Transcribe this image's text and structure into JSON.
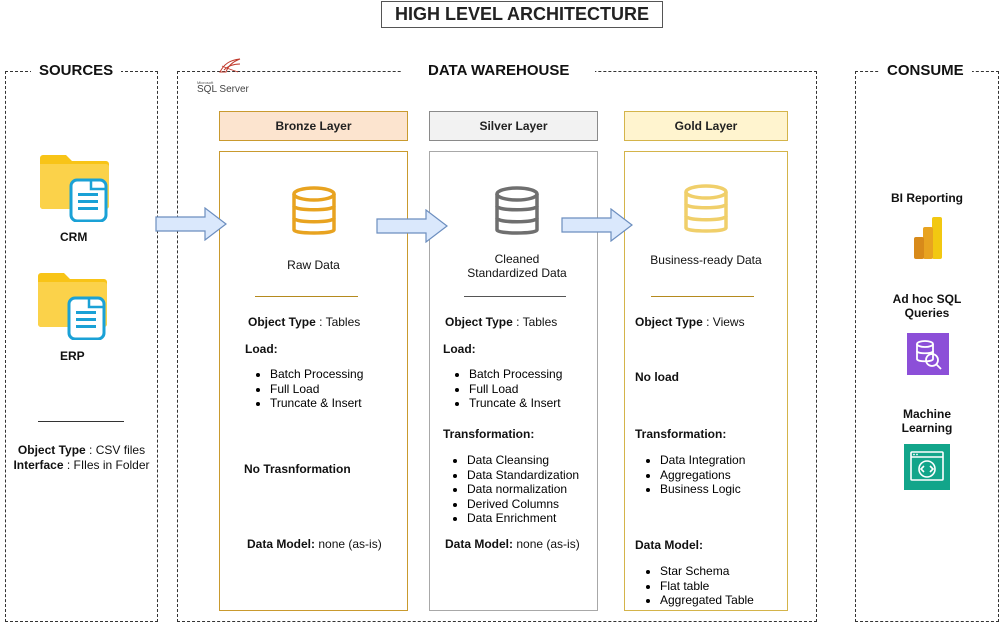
{
  "title": "HIGH LEVEL ARCHITECTURE",
  "sources": {
    "label": "SOURCES",
    "items": [
      {
        "name": "CRM",
        "icon": "folder-file-icon"
      },
      {
        "name": "ERP",
        "icon": "folder-file-icon"
      }
    ],
    "object_type_label": "Object Type",
    "object_type_value": " : CSV files",
    "interface_label": "Interface",
    "interface_value": " : FIles in Folder"
  },
  "warehouse": {
    "label": "DATA WAREHOUSE",
    "logo_small": "Microsoft",
    "logo_text": "SQL Server",
    "layers": [
      {
        "name": "Bronze Layer",
        "caption": "Raw Data",
        "object_type": " : Tables",
        "load_label": "Load:",
        "load_items": [
          "Batch Processing",
          "Full Load",
          "Truncate & Insert"
        ],
        "transformation_text": "No Trasnformation",
        "data_model_value": " none (as-is)"
      },
      {
        "name": "Silver Layer",
        "caption_line1": "Cleaned",
        "caption_line2": "Standardized Data",
        "object_type": " : Tables",
        "load_label": "Load:",
        "load_items": [
          "Batch Processing",
          "Full Load",
          "Truncate & Insert"
        ],
        "transformation_label": "Transformation:",
        "transformation_items": [
          "Data Cleansing",
          "Data Standardization",
          "Data normalization",
          "Derived Columns",
          "Data Enrichment"
        ],
        "data_model_value": " none (as-is)"
      },
      {
        "name": "Gold Layer",
        "caption": "Business-ready Data",
        "object_type": " : Views",
        "load_text": "No load",
        "transformation_label": "Transformation:",
        "transformation_items": [
          "Data Integration",
          "Aggregations",
          "Business Logic"
        ],
        "data_model_items": [
          "Star Schema",
          "Flat table",
          "Aggregated Table"
        ]
      }
    ],
    "object_type_label": "Object Type",
    "data_model_label": "Data Model:"
  },
  "consume": {
    "label": "CONSUME",
    "bi_label": "BI Reporting",
    "adhoc_line1": "Ad hoc SQL",
    "adhoc_line2": "Queries",
    "ml_line1": "Machine",
    "ml_line2": "Learning"
  },
  "colors": {
    "bronze_fill": "#fce4cf",
    "bronze_border": "#c99a2e",
    "silver_fill": "#f2f2f2",
    "silver_border": "#8a8a8a",
    "gold_fill": "#fff4cf",
    "gold_border": "#d4b44a",
    "arrow_fill": "#dae8fc",
    "arrow_stroke": "#6c8ebf",
    "folder": "#f8c417",
    "file": "#1aa1d6"
  }
}
